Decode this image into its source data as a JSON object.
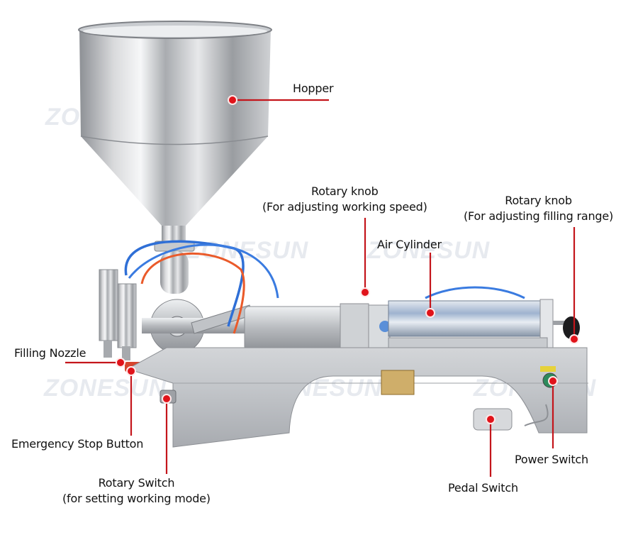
{
  "watermark": "ZONESUN",
  "colors": {
    "callout": "#c4151b",
    "dot": "#e0131a",
    "steel": "#b9bcc1"
  },
  "labels": {
    "hopper": {
      "title": "Hopper"
    },
    "speed_knob": {
      "title": "Rotary knob",
      "subtitle": "(For adjusting working speed)"
    },
    "range_knob": {
      "title": "Rotary knob",
      "subtitle": "(For adjusting filling range)"
    },
    "air_cylinder": {
      "title": "Air Cylinder"
    },
    "filling_nozzle": {
      "title": "Filling Nozzle"
    },
    "emergency_stop": {
      "title": "Emergency Stop Button"
    },
    "rotary_switch": {
      "title": "Rotary Switch",
      "subtitle": "(for setting working mode)"
    },
    "pedal_switch": {
      "title": "Pedal Switch"
    },
    "power_switch": {
      "title": "Power Switch"
    }
  }
}
